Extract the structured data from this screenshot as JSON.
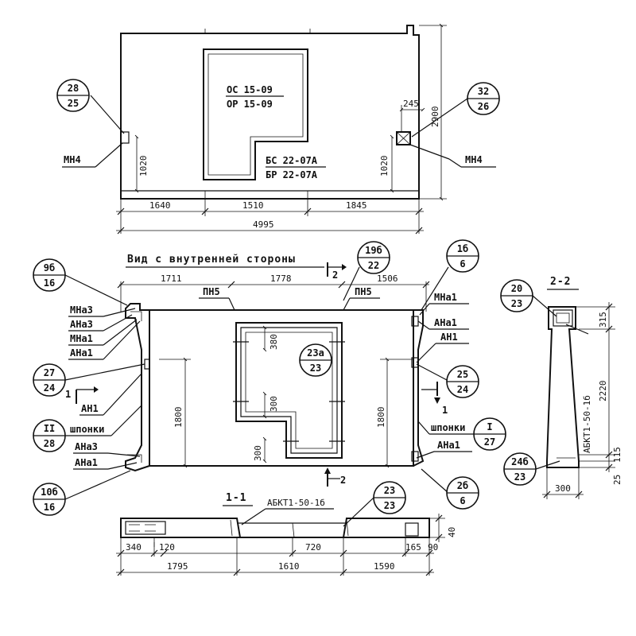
{
  "top_view": {
    "callout_left": {
      "top": "28",
      "bottom": "25"
    },
    "callout_right": {
      "top": "32",
      "bottom": "26"
    },
    "label_mn4_left": "МН4",
    "label_mn4_right": "МН4",
    "opening_label_1": "ОС 15-09",
    "opening_label_2": "ОР 15-09",
    "opening_label_3": "БС 22-07А",
    "opening_label_4": "БР 22-07А",
    "dim_1020_left": "1020",
    "dim_1020_right": "1020",
    "dim_245": "245",
    "dim_2900": "2900",
    "dim_1640": "1640",
    "dim_1510": "1510",
    "dim_1845": "1845",
    "dim_4995": "4995"
  },
  "inner_view": {
    "title": "Вид с внутренней стороны",
    "section_mark_2": "2",
    "callout_19b": {
      "top": "19б",
      "bottom": "22"
    },
    "callout_1b": {
      "top": "1б",
      "bottom": "6"
    },
    "callout_9b": {
      "top": "9б",
      "bottom": "16"
    },
    "callout_27": {
      "top": "27",
      "bottom": "24"
    },
    "callout_II": {
      "top": "II",
      "bottom": "28"
    },
    "callout_10b": {
      "top": "10б",
      "bottom": "16"
    },
    "callout_23a": {
      "top": "23а",
      "bottom": "23"
    },
    "callout_25": {
      "top": "25",
      "bottom": "24"
    },
    "callout_I": {
      "top": "I",
      "bottom": "27"
    },
    "callout_2b": {
      "top": "2б",
      "bottom": "6"
    },
    "dim_1711": "1711",
    "dim_1778": "1778",
    "dim_1506": "1506",
    "label_pn5_1": "ПН5",
    "label_pn5_2": "ПН5",
    "label_mna3_top": "МНа3",
    "label_ana3_top": "АНа3",
    "label_mna1_left": "МНа1",
    "label_ana1_left": "АНа1",
    "label_an1_left": "АН1",
    "label_shponki_left": "шпонки",
    "label_ana3_bot": "АНа3",
    "label_ana1_bot": "АНа1",
    "label_mna1_right": "МНа1",
    "label_ana1_right": "АНа1",
    "label_an1_right": "АН1",
    "label_shponki_right": "шпонки",
    "label_ana1_right_bot": "АНа1",
    "dim_380": "380",
    "dim_300_a": "300",
    "dim_300_b": "300",
    "dim_1800_left": "1800",
    "dim_1800_right": "1800",
    "section_mark_1_left": "1",
    "section_mark_1_right": "1",
    "section_mark_2_bot": "2"
  },
  "section_22": {
    "title": "2-2",
    "callout_20": {
      "top": "20",
      "bottom": "23"
    },
    "callout_24b": {
      "top": "24б",
      "bottom": "23"
    },
    "label_abkt": "АБКТ1-50-1б",
    "dim_315": "315",
    "dim_2220": "2220",
    "dim_115": "115",
    "dim_25": "25",
    "dim_300": "300"
  },
  "section_11": {
    "title": "1-1",
    "label_abkt": "АБКТ1-50-1б",
    "callout_23": {
      "top": "23",
      "bottom": "23"
    },
    "dim_40": "40",
    "dim_340": "340",
    "dim_120": "120",
    "dim_720": "720",
    "dim_165": "165",
    "dim_90": "90",
    "dim_1795": "1795",
    "dim_1610": "1610",
    "dim_1590": "1590"
  }
}
